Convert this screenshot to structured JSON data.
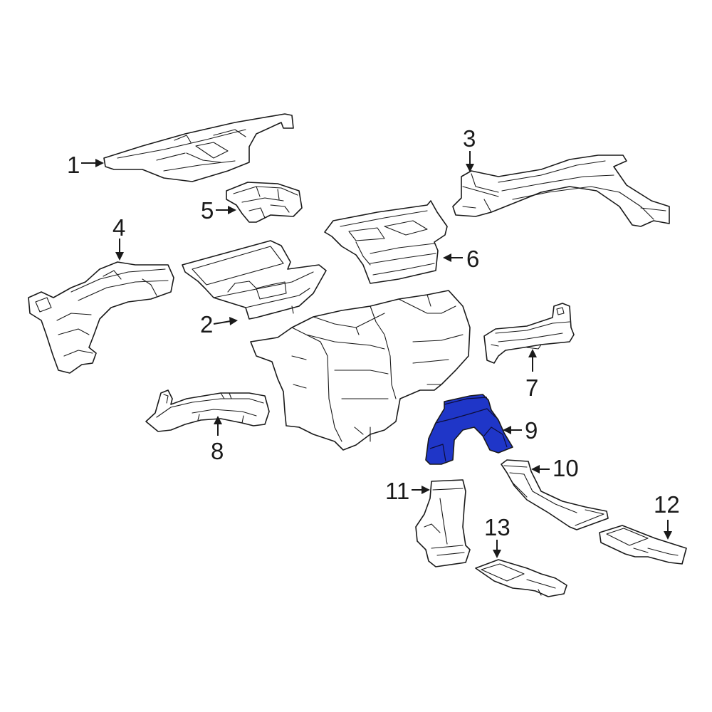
{
  "colors": {
    "highlight": "#1f36c8",
    "line": "#1a1a1a",
    "background": "#ffffff"
  },
  "highlighted_part": "9",
  "callouts": {
    "c1": "1",
    "c2": "2",
    "c3": "3",
    "c4": "4",
    "c5": "5",
    "c6": "6",
    "c7": "7",
    "c8": "8",
    "c9": "9",
    "c10": "10",
    "c11": "11",
    "c12": "12",
    "c13": "13"
  }
}
